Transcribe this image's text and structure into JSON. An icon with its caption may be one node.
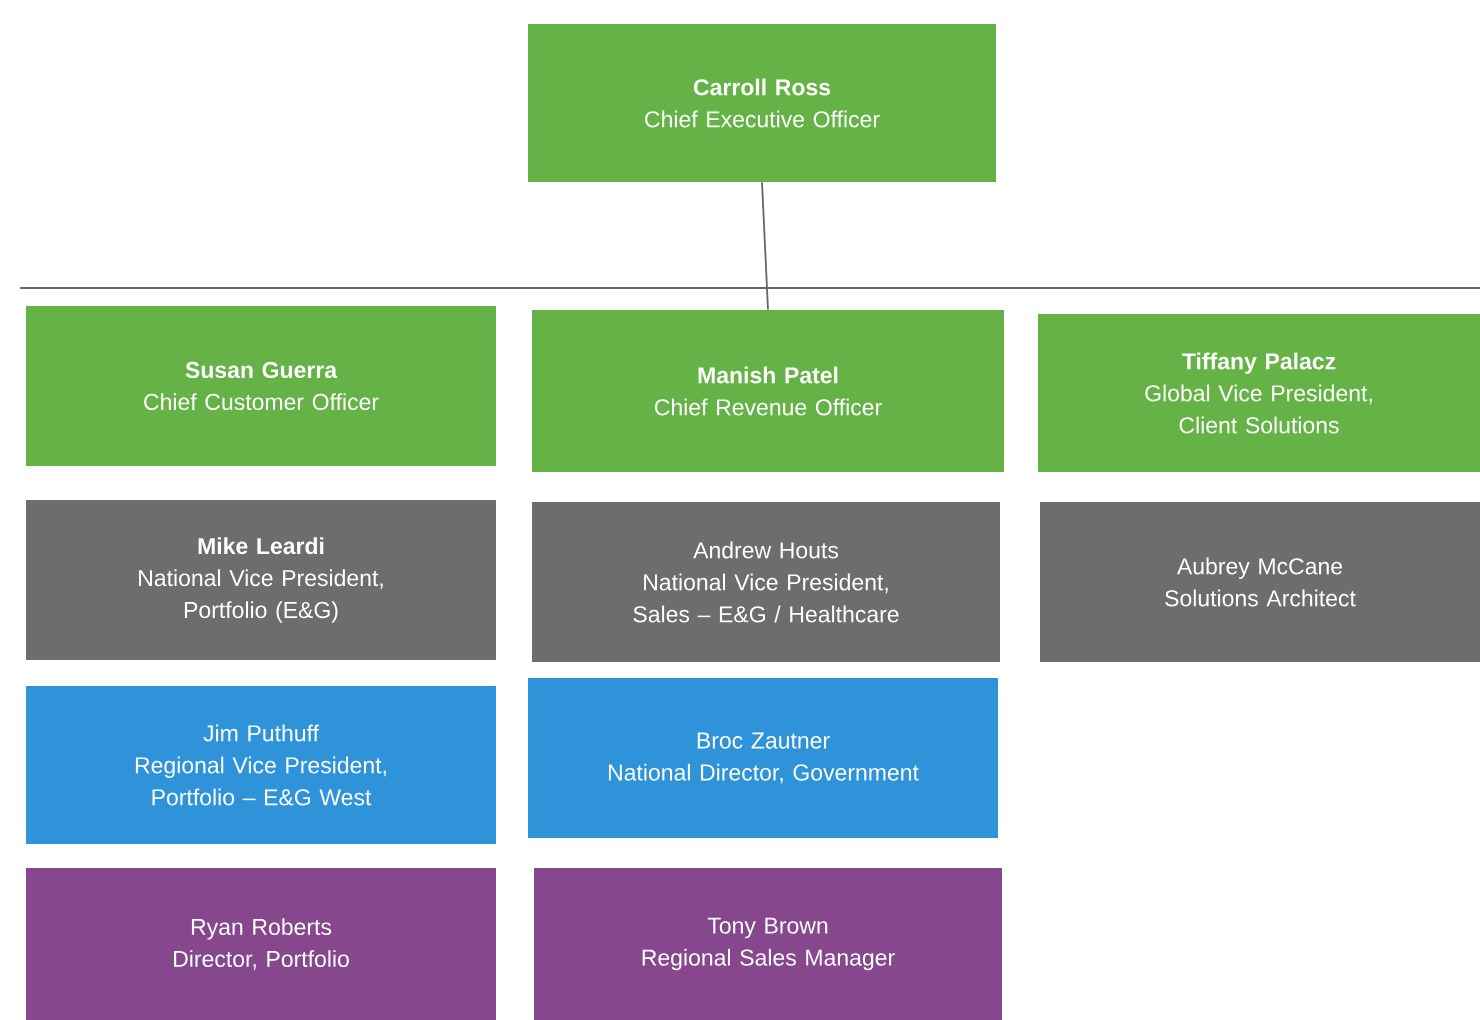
{
  "diagram": {
    "nodes": [
      {
        "text": [
          "Carroll Ross",
          "Chief Executive Officer"
        ]
      },
      {
        "text": [
          "Susan Guerra",
          "Chief Customer Officer"
        ]
      },
      {
        "text": [
          "Manish Patel",
          "Chief Revenue Officer"
        ]
      },
      {
        "text": [
          "Tiffany Palacz",
          "Global Vice President, Client Solutions"
        ]
      },
      {
        "text": [
          "Mike Leardi",
          "National Vice President, Portfolio (E&G)"
        ]
      },
      {
        "text": [
          "Andrew Houts",
          "National Vice President, Sales – E&G / Healthcare"
        ]
      },
      {
        "text": [
          "Aubrey McCane",
          "Solutions Architect"
        ]
      },
      {
        "text": [
          "Jim Puthuff",
          "Regional Vice President, Portfolio – E&G West"
        ]
      },
      {
        "text": [
          "Broc Zautner",
          "National Director, Government"
        ]
      },
      {
        "text": [
          "Ryan Roberts",
          "Director, Portfolio"
        ]
      },
      {
        "text": [
          "Tony Brown",
          "Regional Sales Manager"
        ]
      }
    ],
    "edges": [
      {
        "from": 0,
        "to": 2,
        "arrow": "none"
      }
    ]
  }
}
